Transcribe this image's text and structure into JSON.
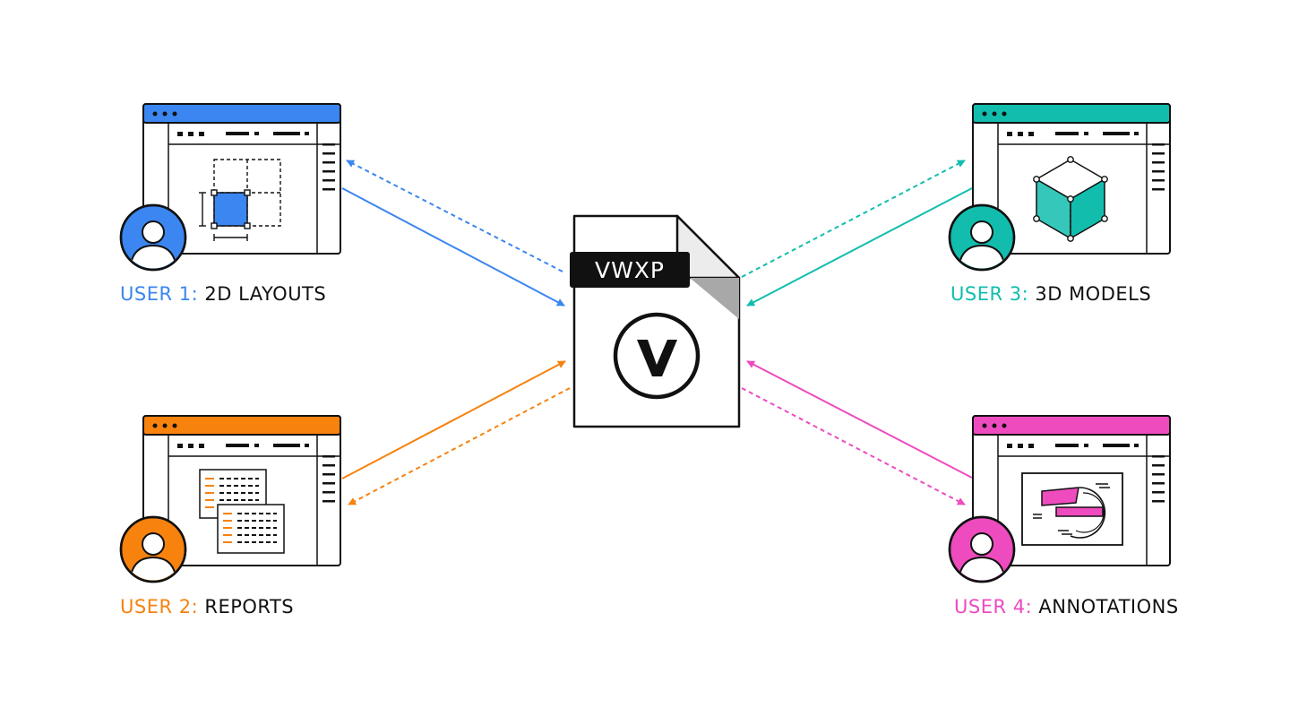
{
  "file": {
    "tag": "VWXP",
    "logo_letter": "V"
  },
  "users": [
    {
      "id": "user-1",
      "prefix": "USER 1:",
      "role": "2D LAYOUTS",
      "color": "#3B86F0",
      "content_icon": "layout-grid-icon"
    },
    {
      "id": "user-2",
      "prefix": "USER 2:",
      "role": "REPORTS",
      "color": "#F7820E",
      "content_icon": "report-sheets-icon"
    },
    {
      "id": "user-3",
      "prefix": "USER 3:",
      "role": "3D MODELS",
      "color": "#12BDAE",
      "content_icon": "cube-model-icon"
    },
    {
      "id": "user-4",
      "prefix": "USER 4:",
      "role": "ANNOTATIONS",
      "color": "#EE4BBF",
      "content_icon": "annotation-markup-icon"
    }
  ],
  "icons": {
    "avatar": "user-avatar-icon",
    "window_dots": "window-dots-icon",
    "file": "vwxp-file-icon",
    "logo": "vectorworks-logo-icon"
  }
}
